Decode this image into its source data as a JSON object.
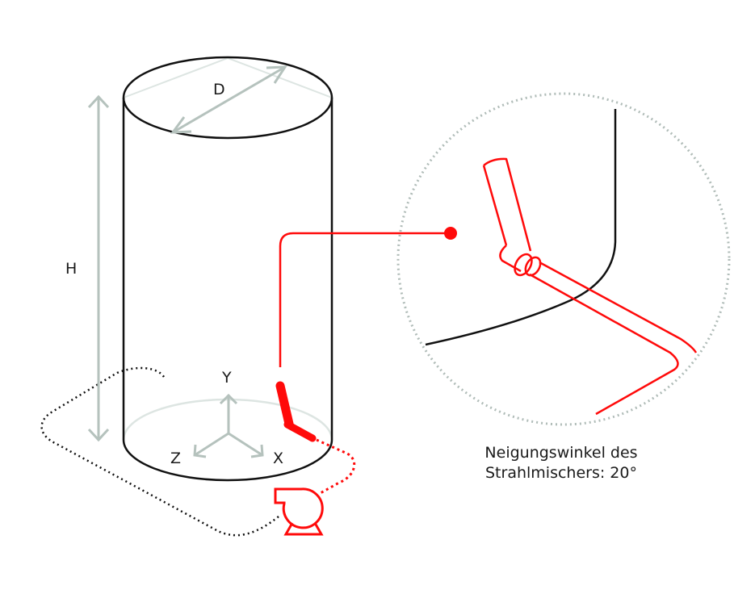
{
  "labels": {
    "diameter": "D",
    "height": "H",
    "axis_y": "Y",
    "axis_z": "Z",
    "axis_x": "X"
  },
  "caption": {
    "line1": "Neigungswinkel des",
    "line2": "Strahlmischers: 20°"
  },
  "colors": {
    "accent": "#ff0a0a",
    "outline": "#111111",
    "dimension": "#b5c2bd",
    "dotted_circle": "#b0bcb8"
  }
}
